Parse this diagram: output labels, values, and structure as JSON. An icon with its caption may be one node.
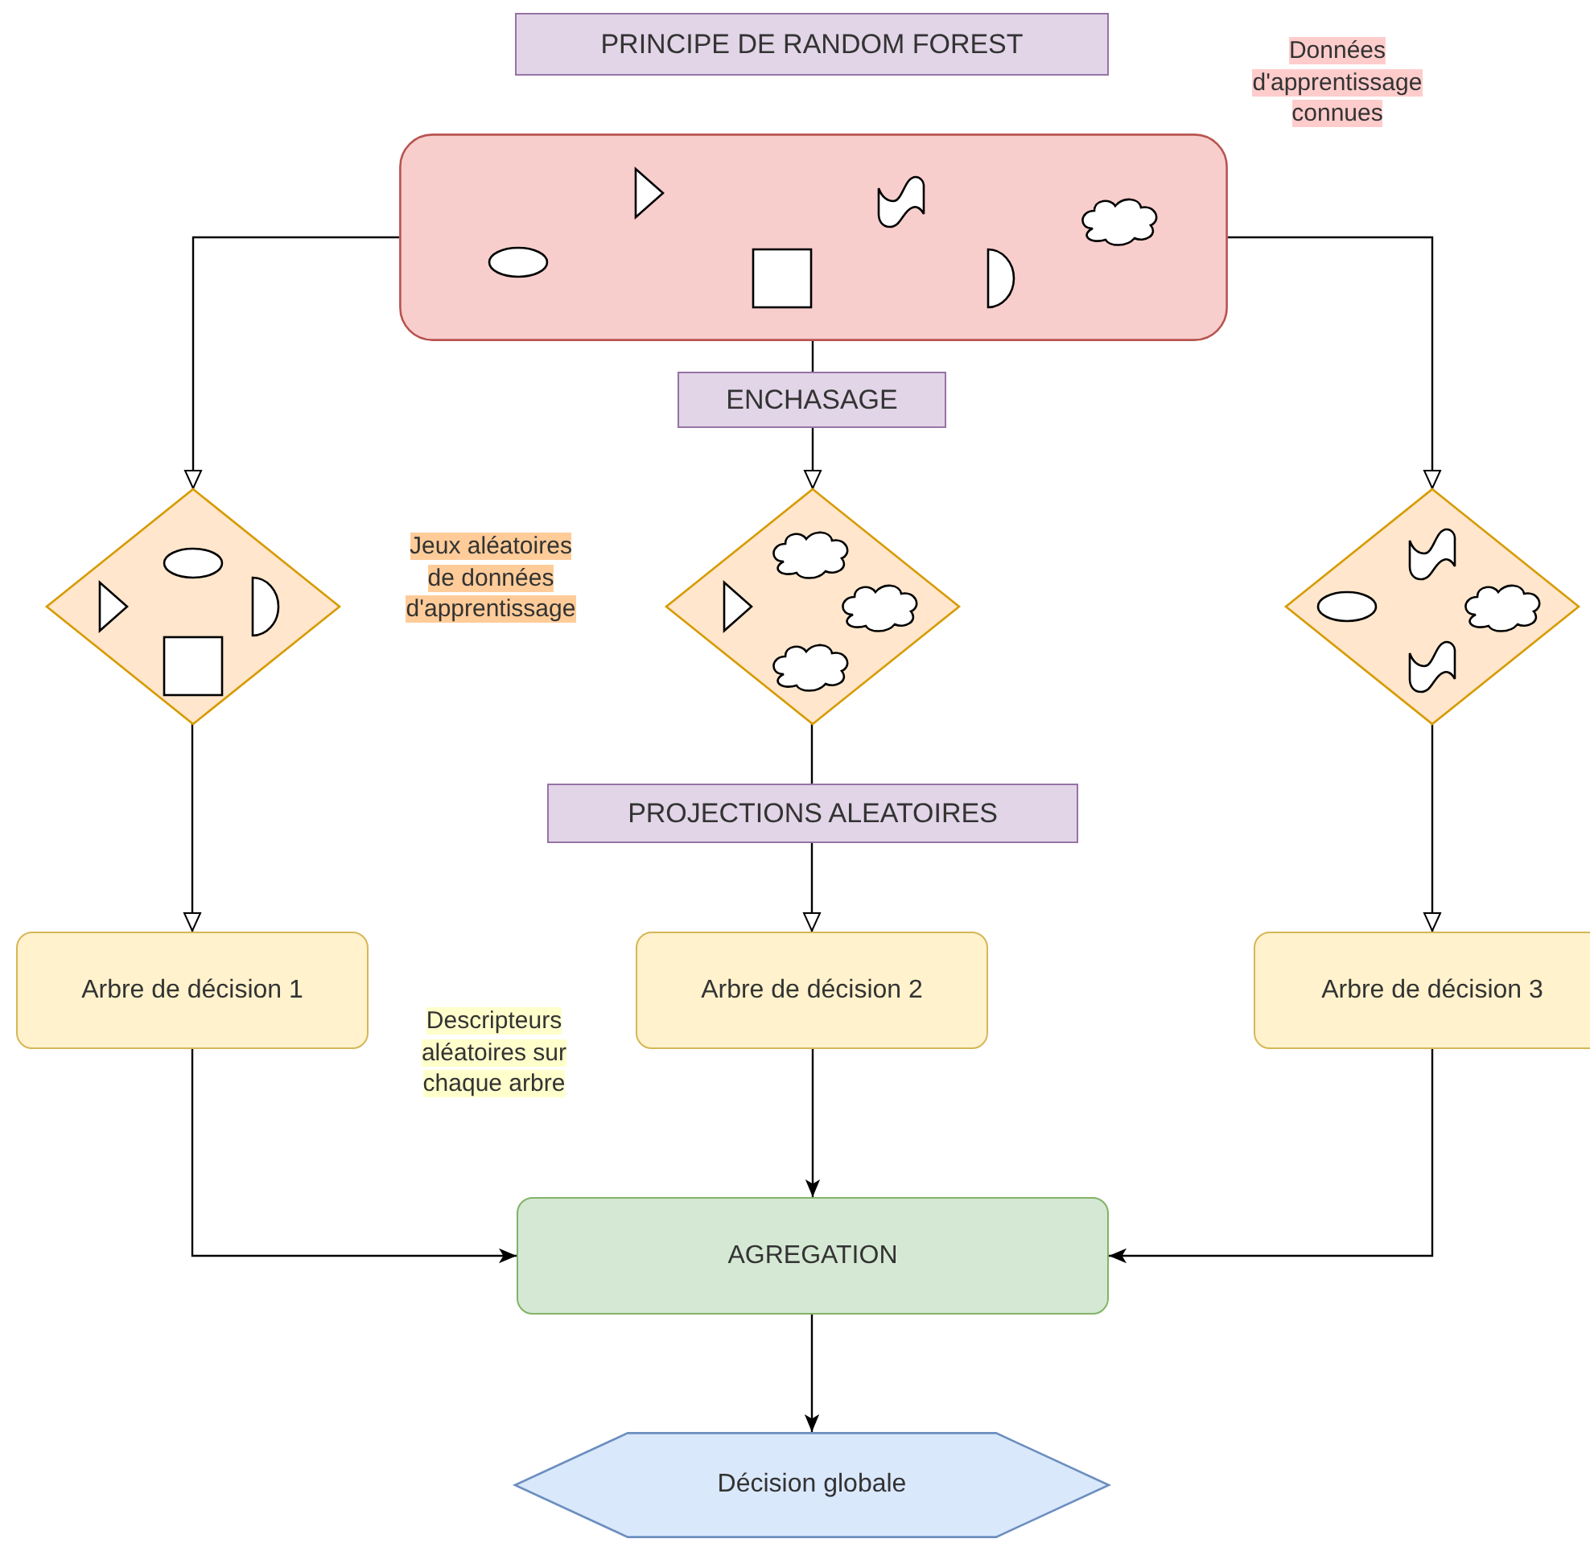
{
  "diagram": {
    "title": "PRINCIPE DE RANDOM FOREST",
    "nodes": [
      {
        "text": [],
        "shape": "box",
        "beside": [
          "Données d'apprentissage connues"
        ]
      },
      {
        "text": [],
        "shape": "diamond",
        "beside": [
          "Jeux aléatoires de données d'apprentissage"
        ]
      },
      {
        "text": [],
        "shape": "diamond"
      },
      {
        "text": [],
        "shape": "diamond"
      },
      {
        "text": [
          "Arbre de décision 1"
        ]
      },
      {
        "text": [
          "Arbre de décision 2"
        ]
      },
      {
        "text": [
          "Arbre de décision 3"
        ]
      },
      {
        "text": [
          "AGREGATION"
        ]
      },
      {
        "text": [
          "Décision globale"
        ]
      }
    ],
    "edges": [
      {
        "from": 0,
        "to": 1,
        "arrow": "to"
      },
      {
        "from": 0,
        "to": 2,
        "arrow": "to",
        "label": "ENCHASAGE"
      },
      {
        "from": 0,
        "to": 3,
        "arrow": "to"
      },
      {
        "from": 1,
        "to": 4,
        "arrow": "to"
      },
      {
        "from": 2,
        "to": 5,
        "arrow": "to",
        "label": "PROJECTIONS ALEATOIRES"
      },
      {
        "from": 3,
        "to": 6,
        "arrow": "to"
      },
      {
        "from": 4,
        "to": 7,
        "arrow": "to"
      },
      {
        "from": 5,
        "to": 7,
        "arrow": "to"
      },
      {
        "from": 6,
        "to": 7,
        "arrow": "to"
      },
      {
        "from": 7,
        "to": 8,
        "arrow": "to"
      }
    ],
    "labels": [
      "Descripteurs aléatoires sur chaque arbre"
    ]
  }
}
